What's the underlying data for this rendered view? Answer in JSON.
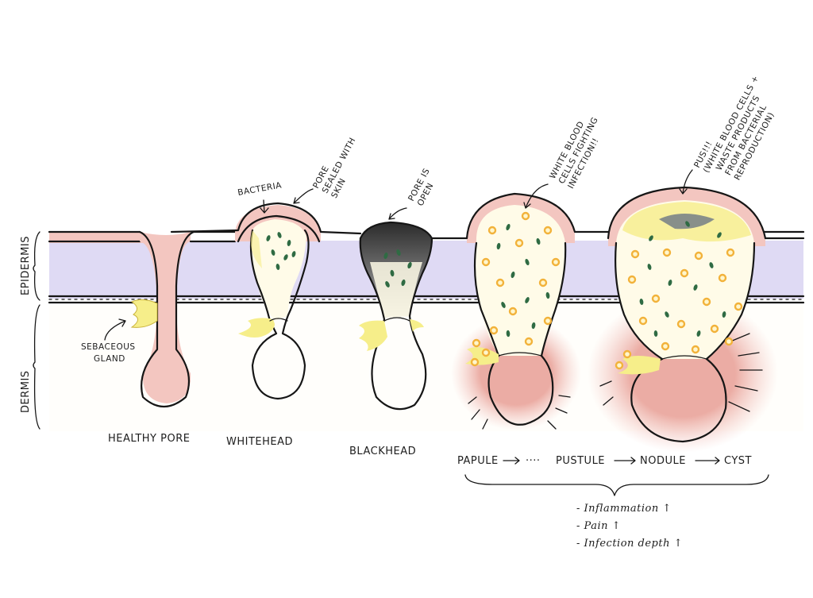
{
  "layers": {
    "epidermis": "EPIDERMIS",
    "dermis": "DERMIS"
  },
  "stages": {
    "healthy": "HEALTHY PORE",
    "whitehead": "WHITEHEAD",
    "blackhead": "BLACKHEAD"
  },
  "annotations": {
    "sebaceous_line1": "SEBACEOUS",
    "sebaceous_line2": "GLAND",
    "bacteria": "BACTERIA",
    "pore_sealed_line1": "PORE",
    "pore_sealed_line2": "SEALED WITH",
    "pore_sealed_line3": "SKIN",
    "pore_open_line1": "PORE IS",
    "pore_open_line2": "OPEN",
    "wbc_line1": "WHITE BLOOD",
    "wbc_line2": "CELLS FIGHTING",
    "wbc_line3": "INFECTION!!",
    "pus_line1": "PUS!!!",
    "pus_line2": "(WHITE BLOOD CELLS +",
    "pus_line3": "WASTE PRODUCTS",
    "pus_line4": "FROM BACTERIAL",
    "pus_line5": "REPRODUCTION)"
  },
  "progression": {
    "papule": "PAPULE",
    "dots": "····",
    "pustule": "PUSTULE",
    "nodule": "NODULE",
    "cyst": "CYST"
  },
  "effects": [
    "- Inflammation ↑",
    "- Pain ↑",
    "- Infection depth ↑"
  ],
  "colors": {
    "epidermis": "#d9d4f2",
    "skin_pink": "#f3c6c0",
    "inflamed": "#e9a39a",
    "gland_yellow": "#f6ee8a",
    "bacteria_green": "#2f6b43",
    "wbc_orange": "#f2b23a",
    "blackhead": "#3a3a3a"
  }
}
